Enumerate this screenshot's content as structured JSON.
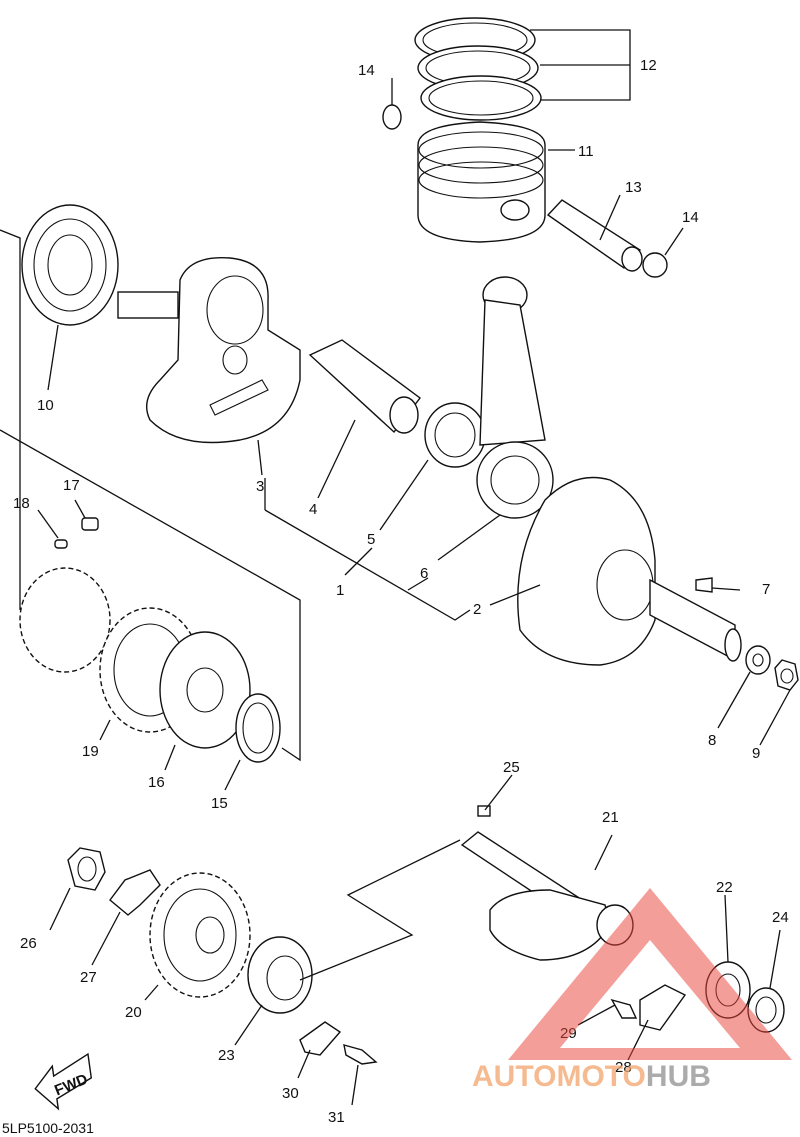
{
  "diagram_code": "5LP5100-2031",
  "fwd_label": "FWD",
  "watermark": {
    "part1": "AUTOMOTO",
    "part2": "HUB",
    "color1": "#f4a36b",
    "color2": "#8f8f8f",
    "triangle_color": "#e8463c"
  },
  "callouts": [
    "1",
    "2",
    "3",
    "4",
    "5",
    "6",
    "7",
    "8",
    "9",
    "10",
    "11",
    "12",
    "13",
    "14",
    "14",
    "15",
    "16",
    "17",
    "18",
    "19",
    "20",
    "21",
    "22",
    "23",
    "24",
    "25",
    "26",
    "27",
    "28",
    "29",
    "30",
    "31"
  ]
}
